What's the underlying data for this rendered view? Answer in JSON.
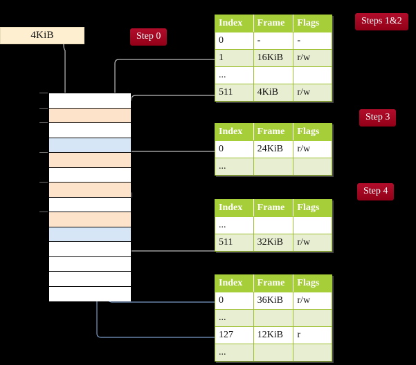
{
  "diagram": {
    "title_badges": [
      {
        "id": "step0",
        "label": "Step 0"
      },
      {
        "id": "steps12",
        "label": "Steps 1&2"
      },
      {
        "id": "step3",
        "label": "Step 3"
      },
      {
        "id": "step4",
        "label": "Step 4"
      }
    ],
    "source_box": {
      "label": "4KiB"
    },
    "colors": {
      "badge_red": "#aa0022",
      "table_header_green": "#a6ce39",
      "table_row_tint": "#e8eed2",
      "highlight_yellow": "#ffff9e",
      "source_box_cream": "#fdefd0",
      "frame_orange": "#fde3ca",
      "frame_blue": "#d7e6f7",
      "grey_arrow": "#b0b0b0",
      "blue_arrow": "#6b8fc4",
      "background": "#000000"
    }
  },
  "memory_grid": {
    "rows": [
      {
        "fill": "white"
      },
      {
        "fill": "orange"
      },
      {
        "fill": "white"
      },
      {
        "fill": "blue"
      },
      {
        "fill": "orange"
      },
      {
        "fill": "white"
      },
      {
        "fill": "orange"
      },
      {
        "fill": "white"
      },
      {
        "fill": "orange"
      },
      {
        "fill": "blue"
      },
      {
        "fill": "white"
      },
      {
        "fill": "white"
      },
      {
        "fill": "white"
      },
      {
        "fill": "white"
      }
    ]
  },
  "tables": [
    {
      "id": "table-1",
      "columns": [
        "Index",
        "Frame",
        "Flags"
      ],
      "rows": [
        {
          "style": "white",
          "cells": [
            "0",
            "-",
            "-"
          ],
          "highlight": [
            false,
            false,
            false
          ]
        },
        {
          "style": "tint",
          "cells": [
            "1",
            "16KiB",
            "r/w"
          ],
          "highlight": [
            false,
            false,
            false
          ]
        },
        {
          "style": "white",
          "cells": [
            "...",
            "",
            ""
          ],
          "highlight": [
            false,
            false,
            false
          ]
        },
        {
          "style": "tint",
          "cells": [
            "511",
            "4KiB",
            "r/w"
          ],
          "highlight": [
            true,
            true,
            true
          ]
        }
      ]
    },
    {
      "id": "table-2",
      "columns": [
        "Index",
        "Frame",
        "Flags"
      ],
      "rows": [
        {
          "style": "white",
          "cells": [
            "0",
            "24KiB",
            "r/w"
          ],
          "highlight": [
            false,
            false,
            false
          ]
        },
        {
          "style": "tint",
          "cells": [
            "...",
            "",
            ""
          ],
          "highlight": [
            false,
            false,
            false
          ]
        }
      ]
    },
    {
      "id": "table-3",
      "columns": [
        "Index",
        "Frame",
        "Flags"
      ],
      "rows": [
        {
          "style": "white",
          "cells": [
            "...",
            "",
            ""
          ],
          "highlight": [
            false,
            false,
            false
          ]
        },
        {
          "style": "tint",
          "cells": [
            "511",
            "32KiB",
            "r/w"
          ],
          "highlight": [
            false,
            false,
            false
          ]
        }
      ]
    },
    {
      "id": "table-4",
      "columns": [
        "Index",
        "Frame",
        "Flags"
      ],
      "rows": [
        {
          "style": "white",
          "cells": [
            "0",
            "36KiB",
            "r/w"
          ],
          "highlight": [
            false,
            false,
            false
          ]
        },
        {
          "style": "tint",
          "cells": [
            "...",
            "",
            ""
          ],
          "highlight": [
            false,
            false,
            false
          ]
        },
        {
          "style": "white",
          "cells": [
            "127",
            "12KiB",
            "r"
          ],
          "highlight": [
            false,
            false,
            false
          ]
        },
        {
          "style": "tint",
          "cells": [
            "...",
            "",
            ""
          ],
          "highlight": [
            false,
            false,
            false
          ]
        }
      ]
    }
  ]
}
